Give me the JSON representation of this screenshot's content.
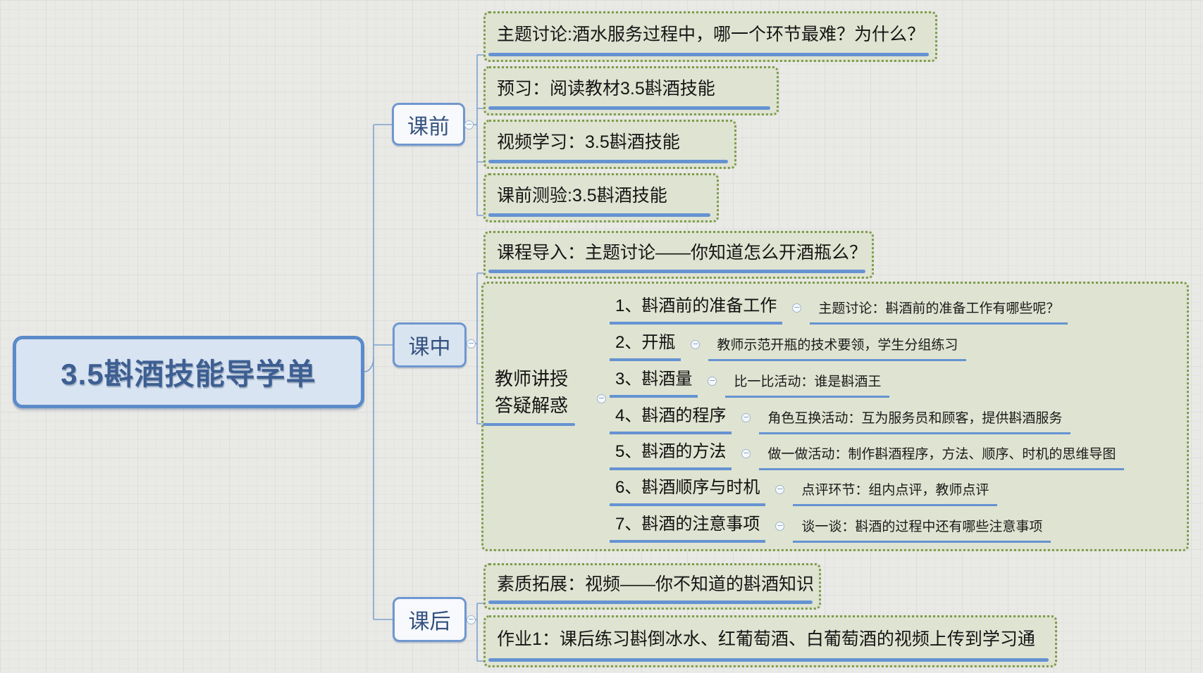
{
  "root": {
    "label": "3.5斟酒技能导学单"
  },
  "branches": {
    "pre": {
      "label": "课前",
      "children": [
        {
          "text": "主题讨论:酒水服务过程中，哪一个环节最难？为什么？"
        },
        {
          "text": "预习：阅读教材3.5斟酒技能"
        },
        {
          "text": "视频学习：3.5斟酒技能"
        },
        {
          "text": "课前测验:3.5斟酒技能"
        }
      ]
    },
    "mid": {
      "label": "课中",
      "intro": {
        "text": "课程导入：主题讨论——你知道怎么开酒瓶么？"
      },
      "group": {
        "label_line1": "教师讲授",
        "label_line2": "答疑解惑",
        "items": [
          {
            "label": "1、斟酒前的准备工作",
            "activity": "主题讨论：斟酒前的准备工作有哪些呢？"
          },
          {
            "label": "2、开瓶",
            "activity": "教师示范开瓶的技术要领，学生分组练习"
          },
          {
            "label": "3、斟酒量",
            "activity": "比一比活动：谁是斟酒王"
          },
          {
            "label": "4、斟酒的程序",
            "activity": "角色互换活动：互为服务员和顾客，提供斟酒服务"
          },
          {
            "label": "5、斟酒的方法",
            "activity": "做一做活动：制作斟酒程序，方法、顺序、时机的思维导图"
          },
          {
            "label": "6、斟酒顺序与时机",
            "activity": "点评环节：组内点评，教师点评"
          },
          {
            "label": "7、斟酒的注意事项",
            "activity": "谈一谈：斟酒的过程中还有哪些注意事项"
          }
        ]
      }
    },
    "post": {
      "label": "课后",
      "children": [
        {
          "text": "素质拓展：视频——你不知道的斟酒知识"
        },
        {
          "text": "作业1：课后练习斟倒冰水、红葡萄酒、白葡萄酒的视频上传到学习通"
        }
      ]
    }
  },
  "icons": {
    "collapse": "−"
  },
  "colors": {
    "background": "#e9e9e6",
    "topic_fill": "#dfe3d1",
    "topic_border": "#7d9b4b",
    "underline": "#6593d2",
    "branch_border": "#6f97cf",
    "branch_mid_fill": "#d9e4f1",
    "root_fill": "#d9e4f2",
    "root_border": "#5b8bc9",
    "connector": "#7da2cf"
  }
}
